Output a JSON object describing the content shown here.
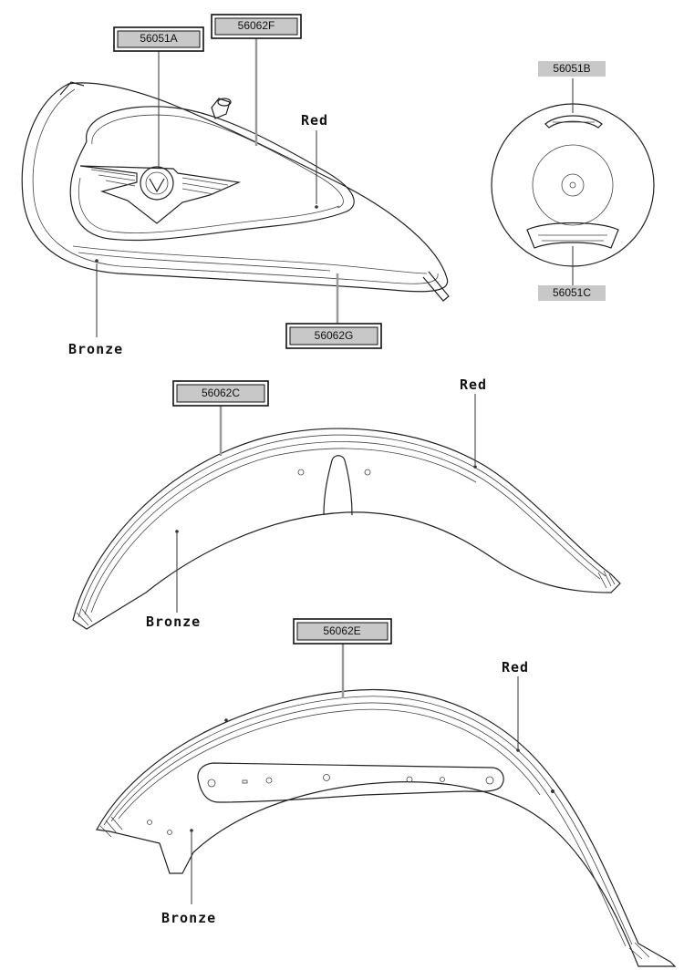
{
  "labels": {
    "tank_emblem": "56051A",
    "tank_stripe_upper": "56062F",
    "tank_stripe_lower": "56062G",
    "cover_top": "56051B",
    "cover_bottom": "56051C",
    "front_fender_stripe": "56062C",
    "rear_fender_stripe": "56062E"
  },
  "color_notes": {
    "tank_red": "Red",
    "tank_bronze": "Bronze",
    "front_red": "Red",
    "front_bronze": "Bronze",
    "rear_red": "Red",
    "rear_bronze": "Bronze"
  }
}
